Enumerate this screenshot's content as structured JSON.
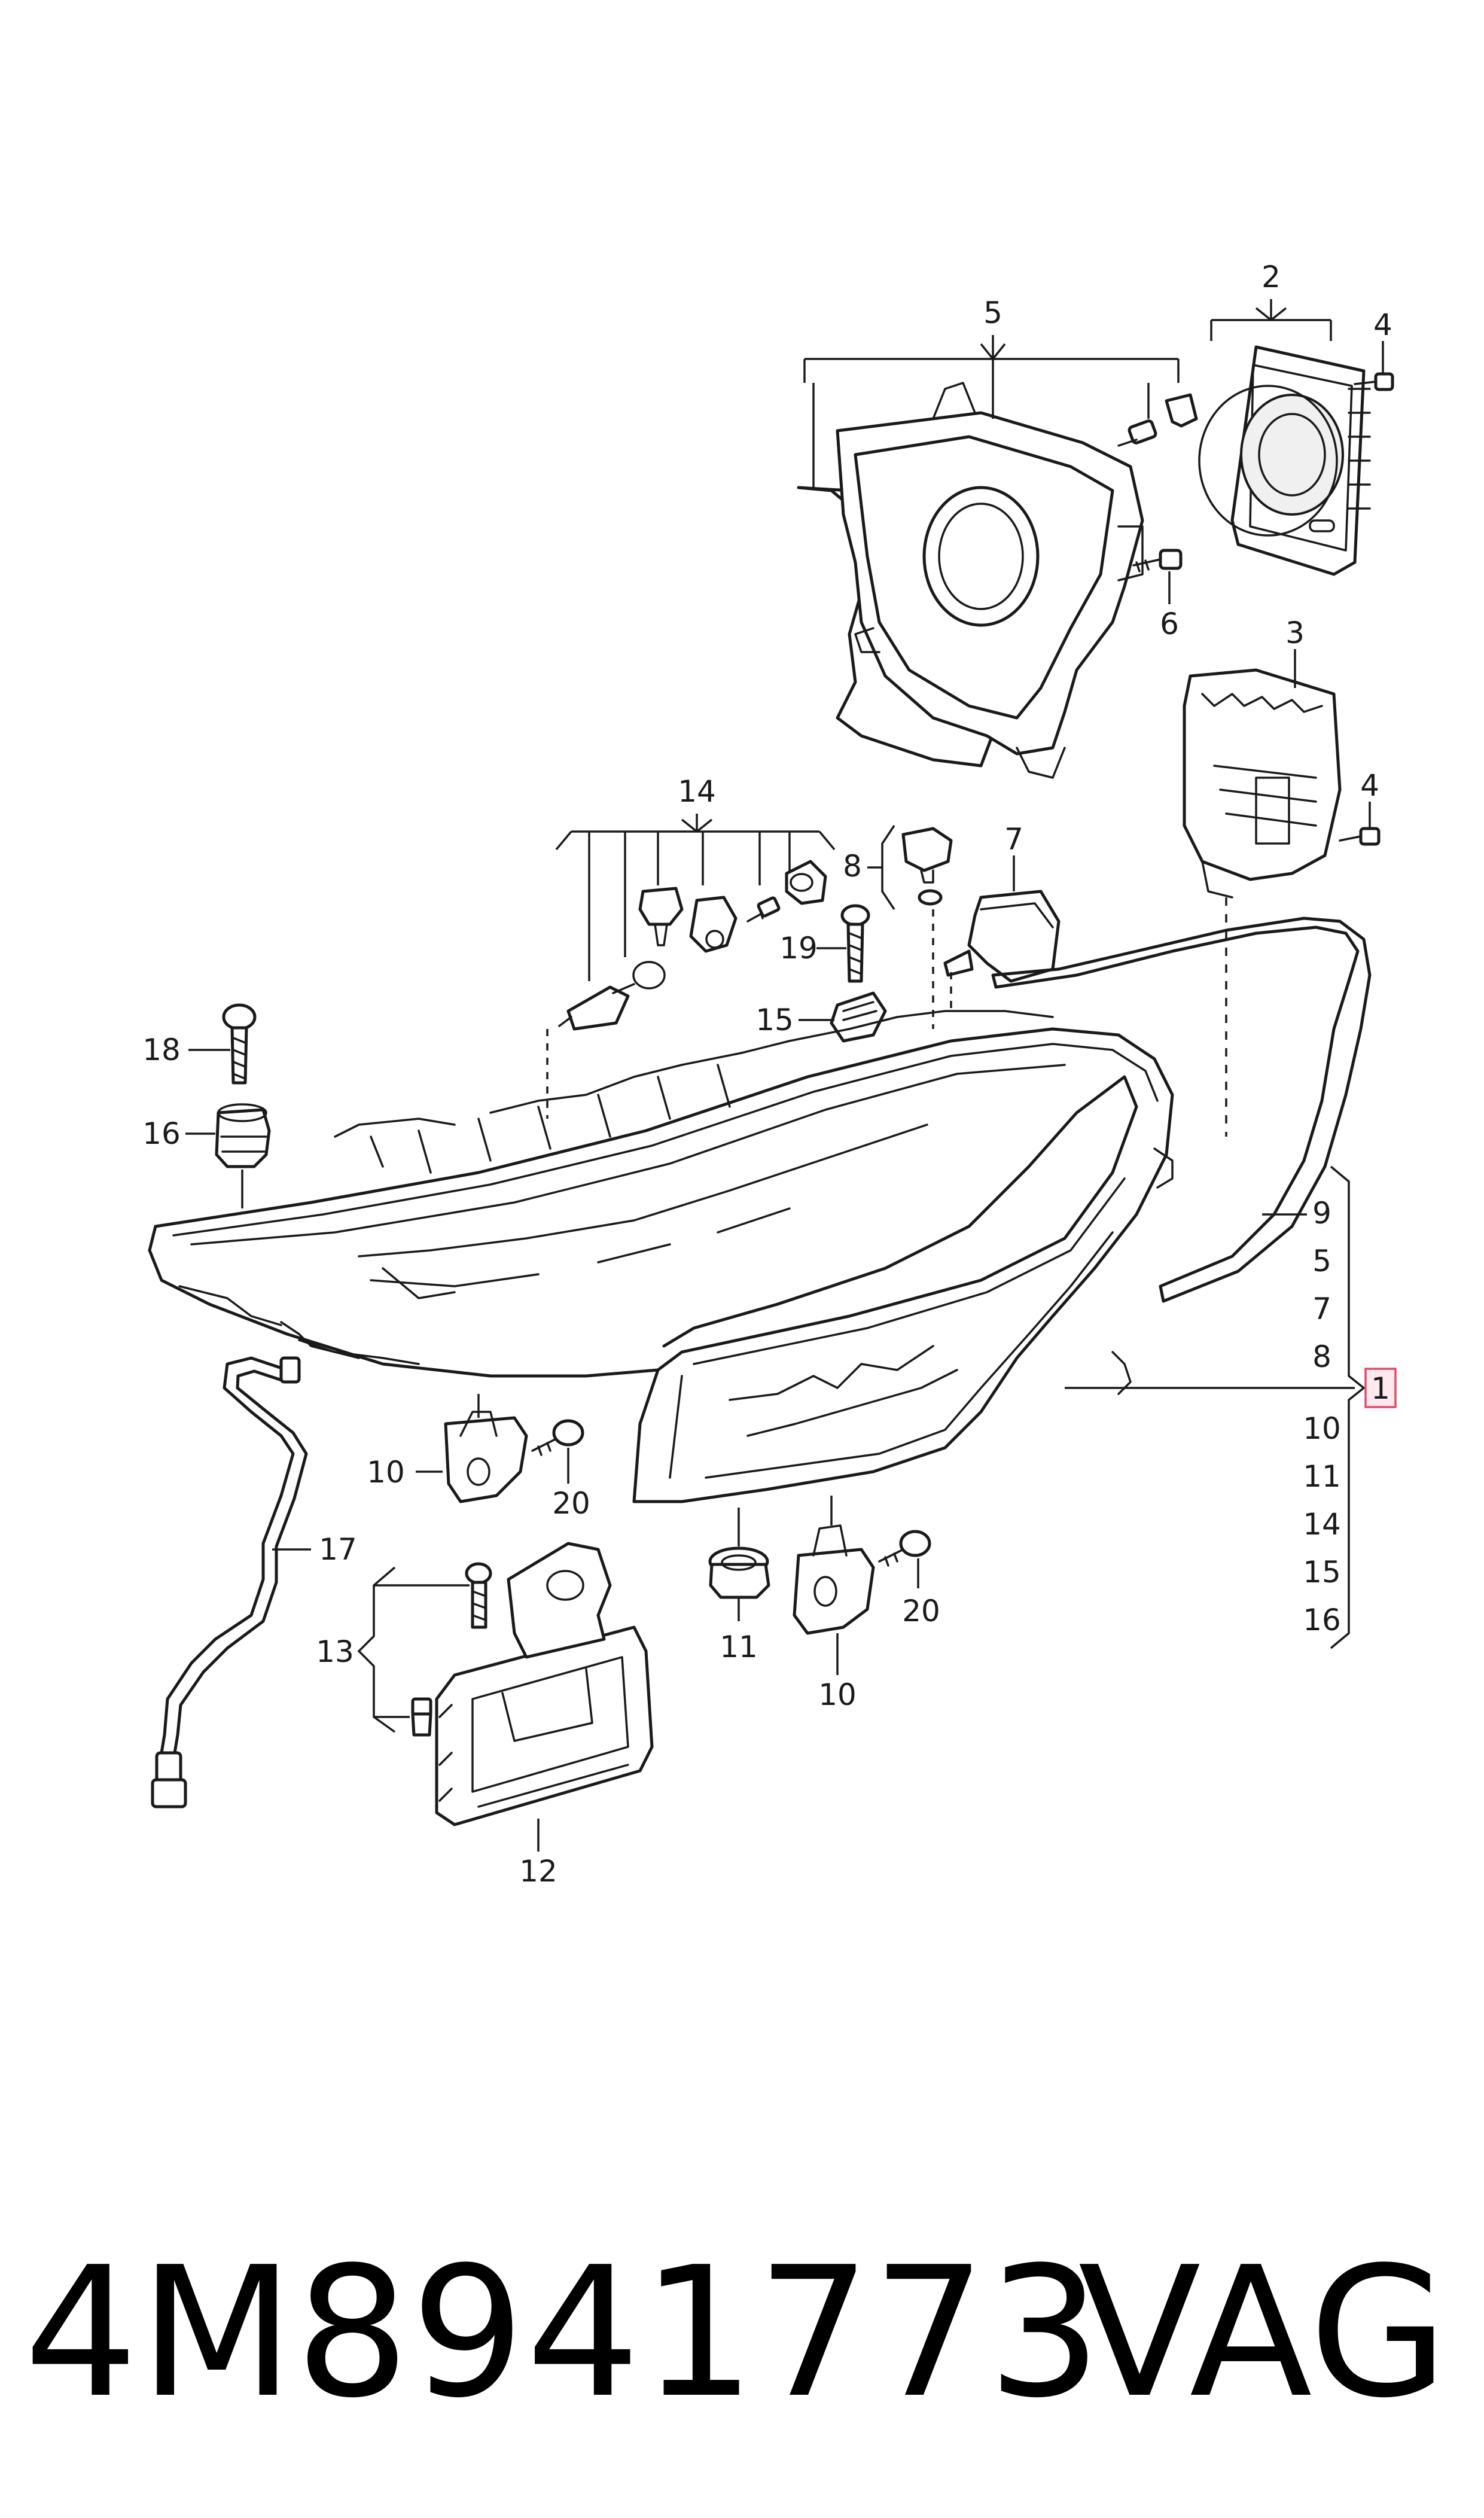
{
  "callouts": {
    "c1": "1",
    "c2": "2",
    "c3": "3",
    "c4a": "4",
    "c4b": "4",
    "c5": "5",
    "c6": "6",
    "c7": "7",
    "c8": "8",
    "c9": "9",
    "c10a": "10",
    "c10b": "10",
    "c11": "11",
    "c12": "12",
    "c13": "13",
    "c14": "14",
    "c15": "15",
    "c16": "16",
    "c17": "17",
    "c18": "18",
    "c19": "19",
    "c20a": "20",
    "c20b": "20"
  },
  "assembly_list": {
    "items": [
      "9",
      "5",
      "7",
      "8",
      "10",
      "11",
      "14",
      "15",
      "16"
    ]
  },
  "footer": {
    "part_number": "4M8941773",
    "brand": "VAG"
  }
}
